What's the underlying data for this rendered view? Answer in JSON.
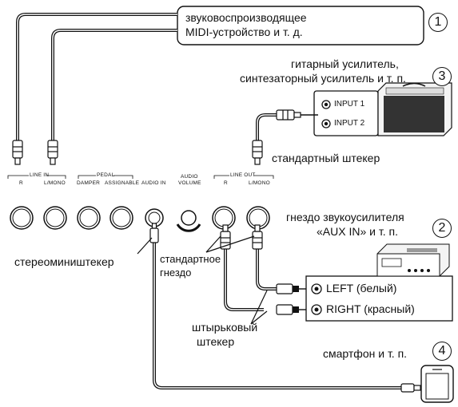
{
  "labels": {
    "midi_device": [
      "звуковоспроизводящее",
      "MIDI-устройство и т. д."
    ],
    "guitar_amp": [
      "гитарный усилитель,",
      "синтезаторный усилитель и т. п."
    ],
    "standard_plug": "стандартный штекер",
    "aux_in": [
      "гнездо звукоусилителя",
      "«AUX IN» и т. п."
    ],
    "stereo_mini_plug": "стереомиништекер",
    "standard_jack": [
      "стандартное",
      "гнездо"
    ],
    "left_white": "LEFT (белый)",
    "right_red": "RIGHT (красный)",
    "pin_plug": [
      "штырьковый",
      "штекер"
    ],
    "smartphone": "смартфон и т. п."
  },
  "numbers": {
    "one": "1",
    "two": "2",
    "three": "3",
    "four": "4"
  },
  "amp_inputs": {
    "input1": "INPUT 1",
    "input2": "INPUT 2"
  },
  "panel": {
    "line_in": "LINE IN",
    "r": "R",
    "l_mono": "L/MONO",
    "pedal": "PEDAL",
    "damper": "DAMPER",
    "assignable": "ASSIGNABLE",
    "audio_in": "AUDIO IN",
    "audio": "AUDIO",
    "volume": "VOLUME",
    "line_out": "LINE OUT",
    "r2": "R",
    "l_mono2": "L/MONO"
  }
}
